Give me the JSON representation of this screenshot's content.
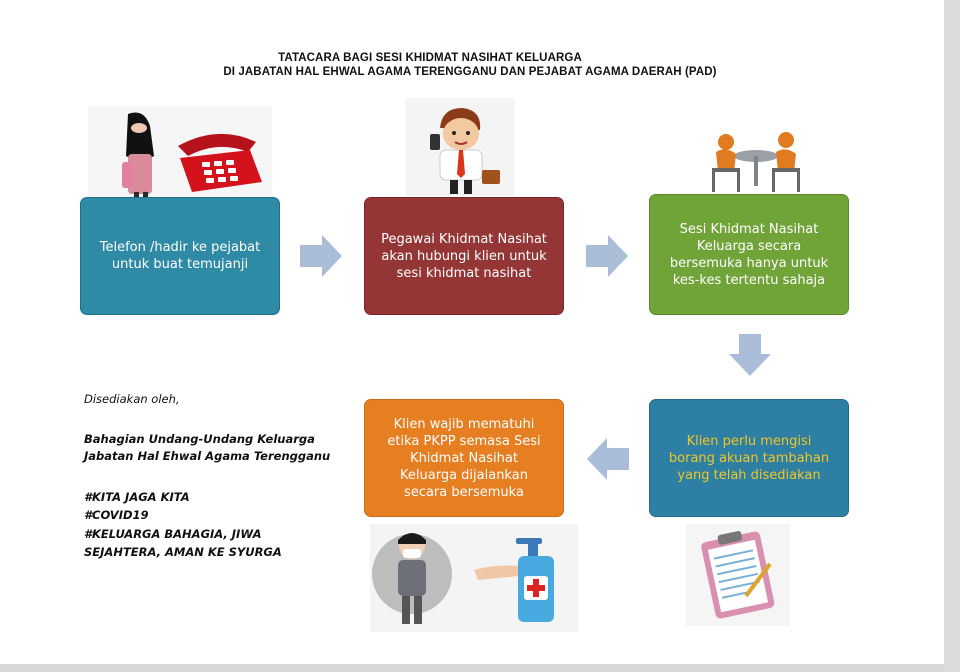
{
  "title": {
    "line1": "TATACARA BAGI SESI KHIDMAT NASIHAT KELUARGA",
    "line2": "DI JABATAN HAL EHWAL AGAMA TERENGGANU DAN PEJABAT AGAMA DAERAH (PAD)"
  },
  "steps": [
    {
      "text": "Telefon /hadir ke pejabat\nuntuk buat temujanji",
      "color": "#2f8aa6"
    },
    {
      "text": "Pegawai Khidmat Nasihat\nakan hubungi klien untuk\nsesi khidmat nasihat",
      "color": "#943636"
    },
    {
      "text": "Sesi Khidmat Nasihat\nKeluarga secara\nbersemuka hanya untuk\nkes-kes tertentu sahaja",
      "color": "#70a438"
    },
    {
      "text": "Klien perlu mengisi\nborang akuan tambahan\nyang telah disediakan",
      "color": "#2d7fa3"
    },
    {
      "text": "Klien wajib mematuhi\netika PKPP semasa Sesi\nKhidmat Nasihat\nKeluarga dijalankan\nsecara bersemuka",
      "color": "#e67e22"
    }
  ],
  "arrow_color": "#a9bdd8",
  "footer": {
    "prepared_by": "Disediakan oleh,",
    "department_line1": "Bahagian Undang-Undang Keluarga",
    "department_line2": "Jabatan Hal Ehwal Agama Terengganu",
    "hashtag1": "#KITA JAGA KITA",
    "hashtag2": "#COVID19",
    "hashtag3": "#KELUARGA BAHAGIA, JIWA",
    "hashtag4": "SEJAHTERA, AMAN KE SYURGA"
  },
  "illustrations": [
    "woman-phone-icon",
    "businessman-phone-icon",
    "meeting-table-icon",
    "clipboard-form-icon",
    "masked-person-sanitizer-icon"
  ]
}
